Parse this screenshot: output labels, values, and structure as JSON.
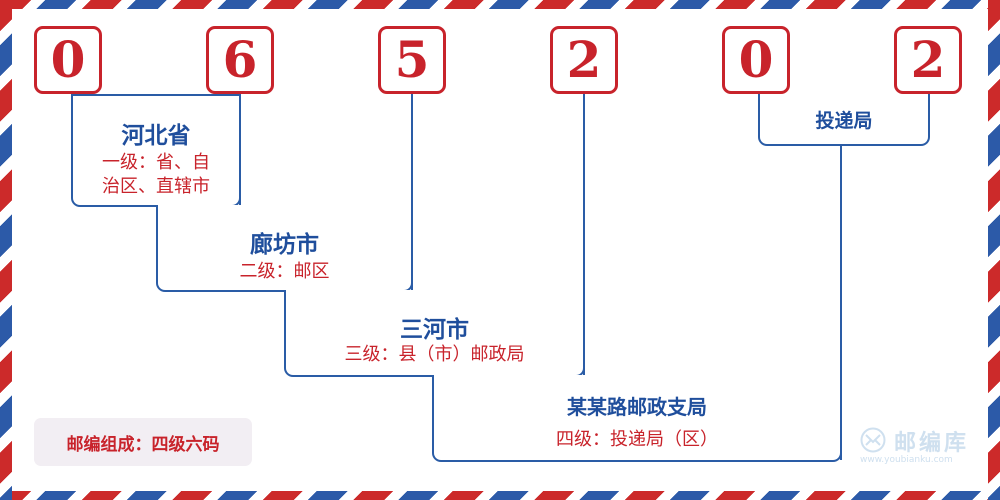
{
  "postcode_digits": [
    "0",
    "6",
    "5",
    "2",
    "0",
    "2"
  ],
  "levels": {
    "province": {
      "name": "河北省",
      "desc_lines": [
        "一级：省、自",
        "治区、直辖市"
      ]
    },
    "city": {
      "name": "廊坊市",
      "desc": "二级：邮区"
    },
    "county": {
      "name": "三河市",
      "desc": "三级：县（市）邮政局"
    },
    "branch": {
      "name": "某某路邮政支局",
      "desc": "四级：投递局（区）"
    },
    "delivery": {
      "name": "投递局"
    }
  },
  "footer_note": "邮编组成：四级六码",
  "watermark": {
    "name": "邮编库",
    "url": "www.youbianku.com",
    "logo_text": "邮编库"
  },
  "colors": {
    "red": "#c8232b",
    "blue": "#2a5ca6",
    "name_blue": "#1f4e9c"
  }
}
